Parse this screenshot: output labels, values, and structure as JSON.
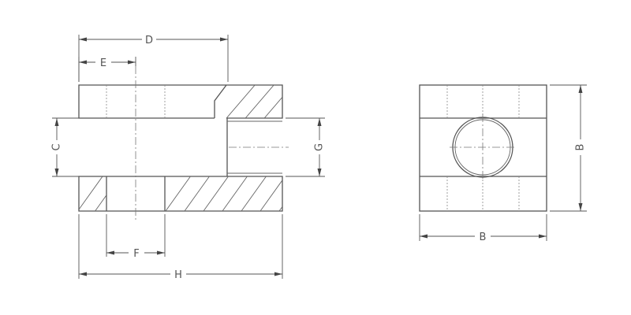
{
  "labels": {
    "D": "D",
    "E": "E",
    "C": "C",
    "G": "G",
    "F": "F",
    "H": "H",
    "B_side": "B",
    "B_bottom": "B"
  },
  "colors": {
    "line": "#555555",
    "background": "#ffffff"
  }
}
